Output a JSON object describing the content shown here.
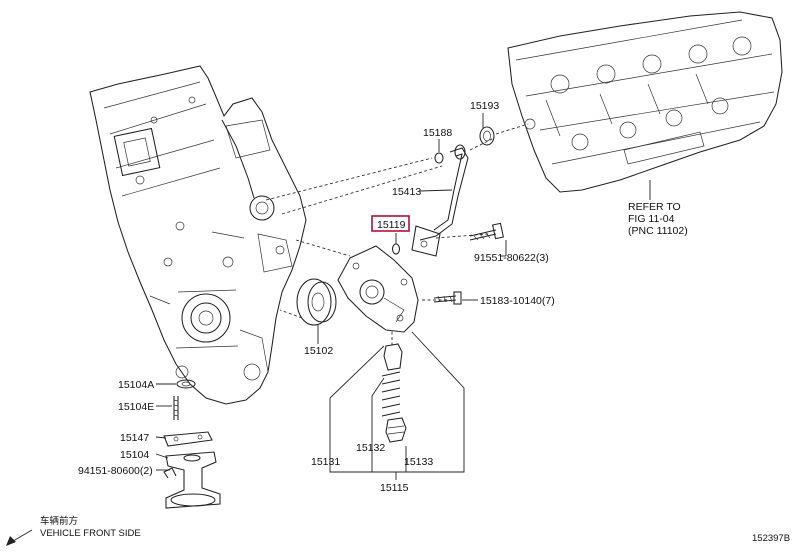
{
  "diagram": {
    "parts": {
      "p15193": "15193",
      "p15188": "15188",
      "p15413": "15413",
      "p15119": "15119",
      "p91551": "91551-80622(3)",
      "p15183": "15183-10140(7)",
      "p15102": "15102",
      "p15104A": "15104A",
      "p15104E": "15104E",
      "p15147": "15147",
      "p15104": "15104",
      "p94151": "94151-80600(2)",
      "p15131": "15131",
      "p15132": "15132",
      "p15133": "15133",
      "p15115": "15115"
    },
    "refer": {
      "line1": "REFER TO",
      "line2": "FIG 11-04",
      "line3": "(PNC 11102)"
    },
    "front": {
      "cn": "车辆前方",
      "en": "VEHICLE FRONT SIDE"
    },
    "figure_id": "152397B",
    "highlight_color": "#b0103a"
  }
}
